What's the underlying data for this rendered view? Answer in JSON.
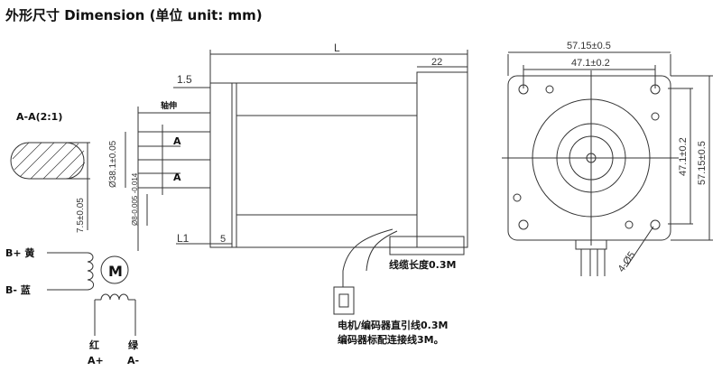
{
  "title": "外形尺寸 Dimension (单位 unit: mm)",
  "section": {
    "label": "A-A(2:1)",
    "dim_75": "7.5±0.05"
  },
  "side": {
    "L": "L",
    "L1": "L1",
    "d15": "1.5",
    "d22": "22",
    "d5": "5",
    "shaft_label": "轴伸",
    "A_top": "A",
    "A_bottom": "A",
    "d38": "Ø38.1±0.05",
    "d8": "Ø8-0.005 -0.014"
  },
  "wiring": {
    "b_plus": "B+ 黄",
    "b_minus": "B- 蓝",
    "motor": "M",
    "red": "红",
    "green": "绿",
    "a_plus": "A+",
    "a_minus": "A-"
  },
  "cable": {
    "cable_len": "线缆长度0.3M",
    "note1": "电机/编码器直引线0.3M",
    "note2": "编码器标配连接线3M。"
  },
  "front": {
    "w_outer": "57.15±0.5",
    "w_inner": "47.1±0.2",
    "h_inner": "47.1±0.2",
    "h_outer": "57.15±0.5",
    "holes": "4-Ø5"
  }
}
